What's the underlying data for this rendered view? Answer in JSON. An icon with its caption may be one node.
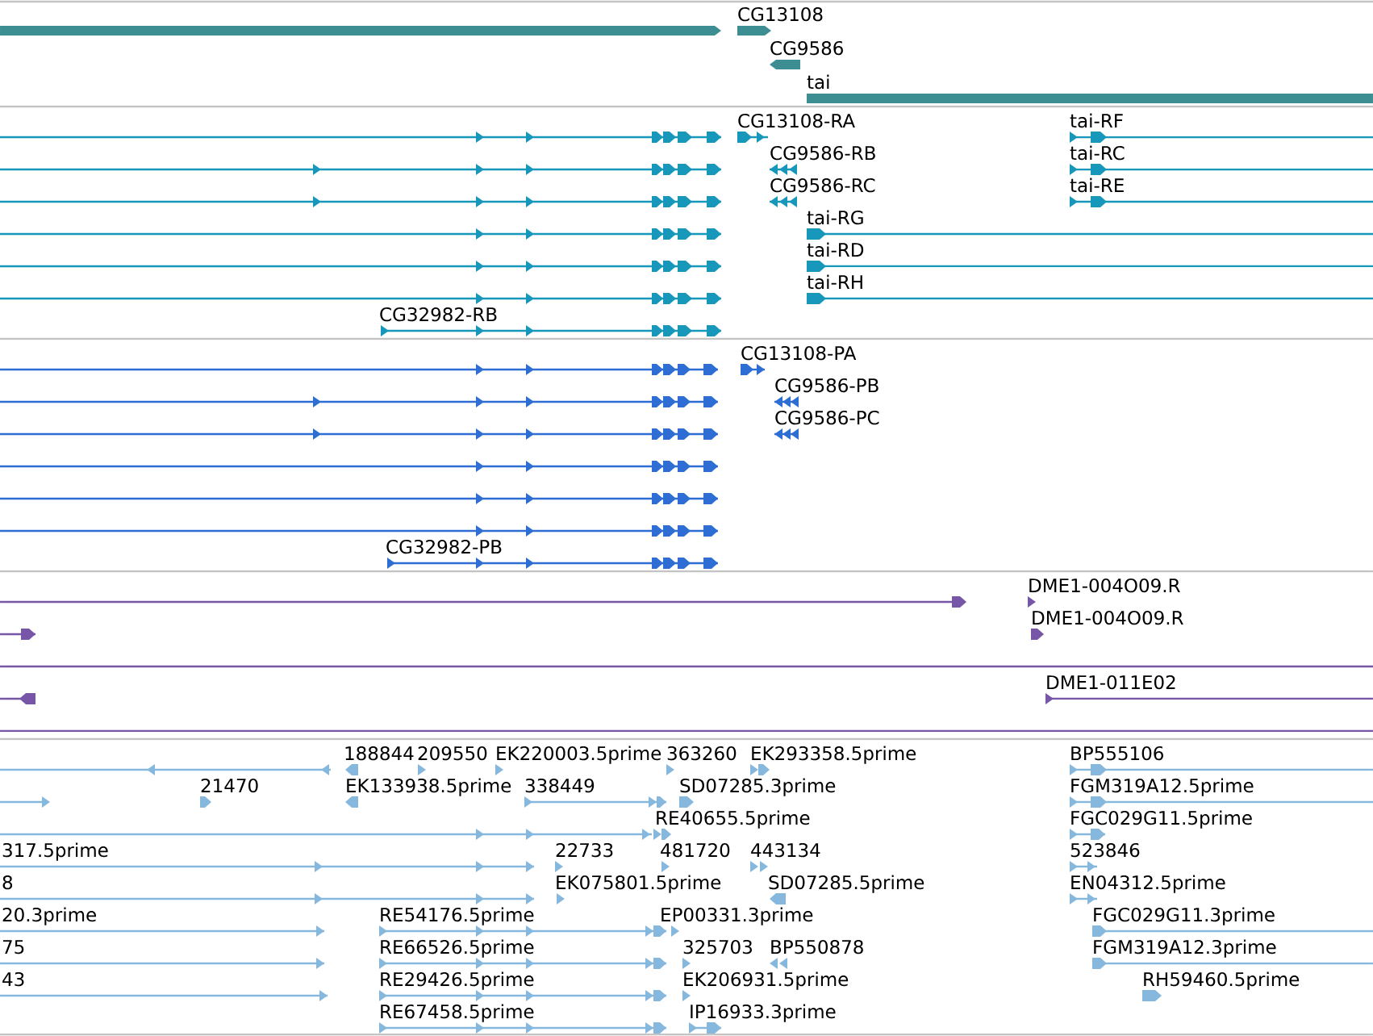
{
  "diagram": {
    "labels": [
      "CG13108",
      "CG9586",
      "tai",
      "CG13108-RA",
      "tai-RF",
      "CG9586-RB",
      "tai-RC",
      "CG9586-RC",
      "tai-RE",
      "tai-RG",
      "tai-RD",
      "tai-RH",
      "CG32982-RB",
      "CG13108-PA",
      "CG9586-PB",
      "CG9586-PC",
      "CG32982-PB",
      "DME1-004O09.R",
      "DME1-004O09.R",
      "DME1-011E02",
      "188844",
      "209550",
      "EK220003.5prime",
      "363260",
      "EK293358.5prime",
      "BP555106",
      "21470",
      "EK133938.5prime",
      "338449",
      "SD07285.3prime",
      "FGM319A12.5prime",
      "RE40655.5prime",
      "FGC029G11.5prime",
      "317.5prime",
      "22733",
      "481720",
      "443134",
      "523846",
      "8",
      "EK075801.5prime",
      "SD07285.5prime",
      "EN04312.5prime",
      "20.3prime",
      "RE54176.5prime",
      "EP00331.3prime",
      "FGC029G11.3prime",
      "75",
      "RE66526.5prime",
      "325703",
      "BP550878",
      "FGM319A12.3prime",
      "43",
      "RE29426.5prime",
      "EK206931.5prime",
      "RH59460.5prime",
      "RE67458.5prime",
      "IP16933.3prime"
    ]
  }
}
